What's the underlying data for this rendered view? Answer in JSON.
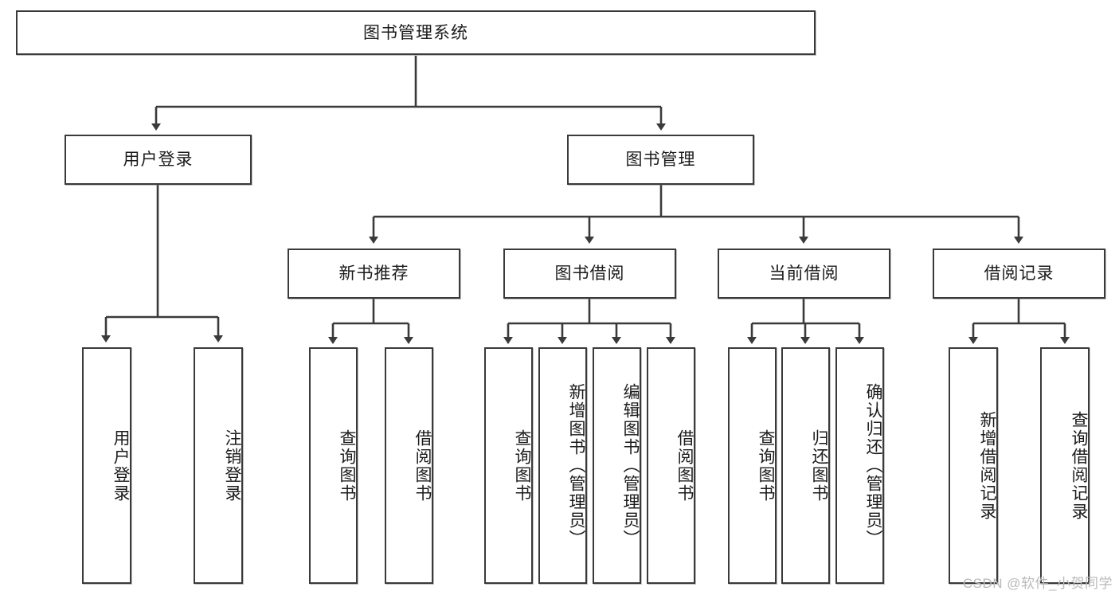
{
  "diagram": {
    "type": "tree-hierarchy",
    "title": "图书管理系统",
    "watermark": "CSDN @软件_小贺同学",
    "colors": {
      "stroke": "#3a3a3a",
      "fill": "#ffffff",
      "text": "#1b1b1b",
      "watermark": "#b9b9b9"
    },
    "nodes": {
      "root": "图书管理系统",
      "level2": [
        "用户登录",
        "图书管理"
      ],
      "level3": [
        "新书推荐",
        "图书借阅",
        "当前借阅",
        "借阅记录"
      ],
      "leaves_user_login": [
        "用户登录",
        "注销登录"
      ],
      "leaves_new_book": [
        "查询图书",
        "借阅图书"
      ],
      "leaves_borrow": [
        "查询图书",
        "新增图书（管理员）",
        "编辑图书（管理员）",
        "借阅图书"
      ],
      "leaves_current": [
        "查询图书",
        "归还图书",
        "确认归还（管理员）"
      ],
      "leaves_record": [
        "新增借阅记录",
        "查询借阅记录"
      ]
    }
  }
}
